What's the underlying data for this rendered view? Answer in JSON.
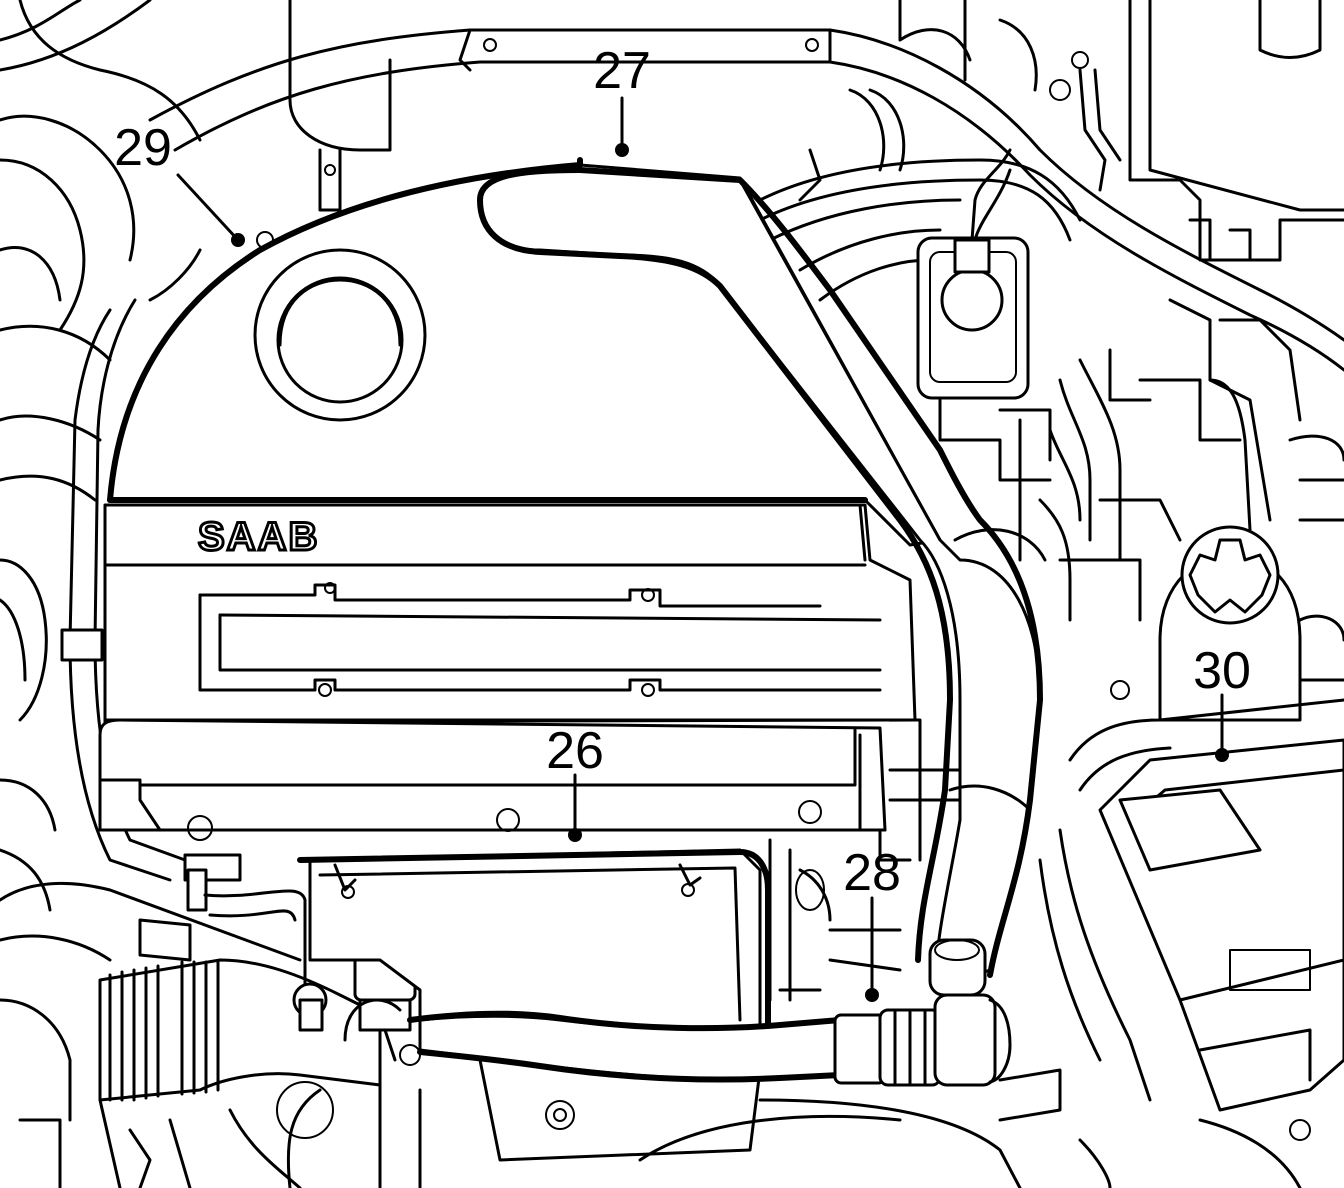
{
  "brand_label": "SAAB",
  "callouts": [
    {
      "id": "c26",
      "label": "26"
    },
    {
      "id": "c27",
      "label": "27"
    },
    {
      "id": "c28",
      "label": "28"
    },
    {
      "id": "c29",
      "label": "29"
    },
    {
      "id": "c30",
      "label": "30"
    }
  ]
}
